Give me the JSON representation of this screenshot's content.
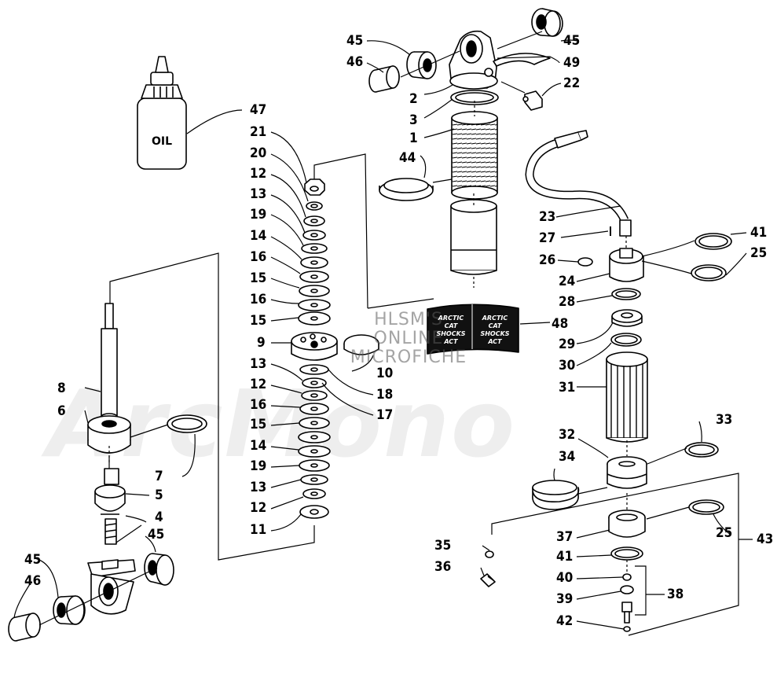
{
  "watermark": {
    "line1": "HLSM'S",
    "line2": "ONLINE",
    "line3": "MICROFICHE",
    "background_logo": "ArcMono"
  },
  "oil_bottle_text": "OIL",
  "decal": {
    "left": "ARCTIC CAT SHOCKS ACT",
    "right": "ARCTIC CAT SHOCKS ACT"
  },
  "callouts": {
    "c45_top_left": "45",
    "c46_top": "46",
    "c45_top_right": "45",
    "c49": "49",
    "c2": "2",
    "c22": "22",
    "c3": "3",
    "c1": "1",
    "c44": "44",
    "c47": "47",
    "c21": "21",
    "c20": "20",
    "c12a": "12",
    "c13a": "13",
    "c19a": "19",
    "c14a": "14",
    "c16a": "16",
    "c15a": "15",
    "c16b": "16",
    "c15b": "15",
    "c9": "9",
    "c10": "10",
    "c18": "18",
    "c17": "17",
    "c13b": "13",
    "c12b": "12",
    "c16c": "16",
    "c15c": "15",
    "c14b": "14",
    "c19b": "19",
    "c13c": "13",
    "c12c": "12",
    "c11": "11",
    "c48": "48",
    "c23": "23",
    "c27": "27",
    "c41a": "41",
    "c25a": "25",
    "c26": "26",
    "c24": "24",
    "c28": "28",
    "c29": "29",
    "c30": "30",
    "c31": "31",
    "c32": "32",
    "c33": "33",
    "c34": "34",
    "c8": "8",
    "c6": "6",
    "c7": "7",
    "c5": "5",
    "c4": "4",
    "c45_bottom_right": "45",
    "c45_bottom_left": "45",
    "c46_bottom": "46",
    "c35": "35",
    "c36": "36",
    "c37": "37",
    "c25b": "25",
    "c43": "43",
    "c41b": "41",
    "c40": "40",
    "c38": "38",
    "c39": "39",
    "c42": "42"
  }
}
